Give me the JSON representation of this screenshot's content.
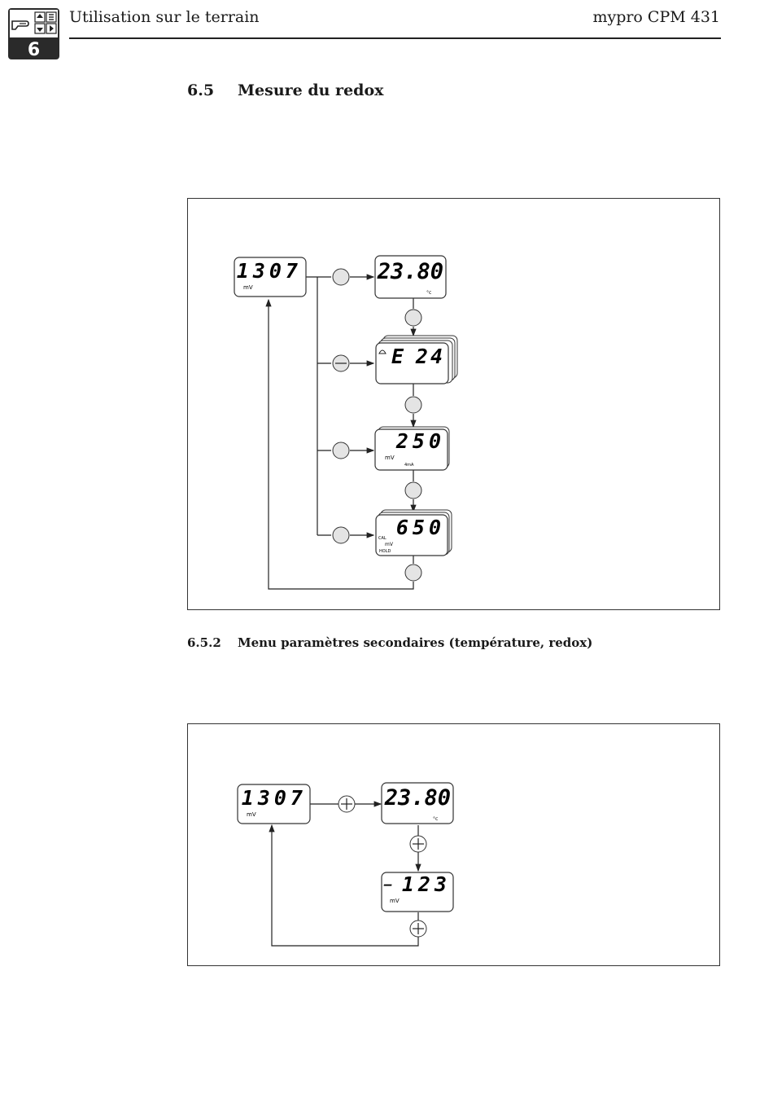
{
  "header": {
    "chapter_number": "6",
    "title_left": "Utilisation sur le terrain",
    "title_right": "mypro CPM 431"
  },
  "section": {
    "number": "6.5",
    "title": "Mesure du redox"
  },
  "subsection": {
    "number": "6.5.2",
    "title": "Menu paramètres secondaires (température, redox)"
  },
  "figure1": {
    "main_display": {
      "value": "1307",
      "unit": "mV"
    },
    "temp_display": {
      "value": "23.80",
      "unit": "°c"
    },
    "error_display": {
      "code": "E",
      "value": "24"
    },
    "output_display": {
      "value": "250",
      "unit": "mV",
      "sub": "4mA"
    },
    "cal_display": {
      "value": "650",
      "label_cal": "CAL",
      "unit": "mV",
      "label_hold": "HOLD"
    }
  },
  "figure2": {
    "main_display": {
      "value": "1307",
      "unit": "mV"
    },
    "temp_display": {
      "value": "23.80",
      "unit": "°c"
    },
    "redox_display": {
      "sign": "–",
      "value": "123",
      "unit": "mV"
    }
  }
}
